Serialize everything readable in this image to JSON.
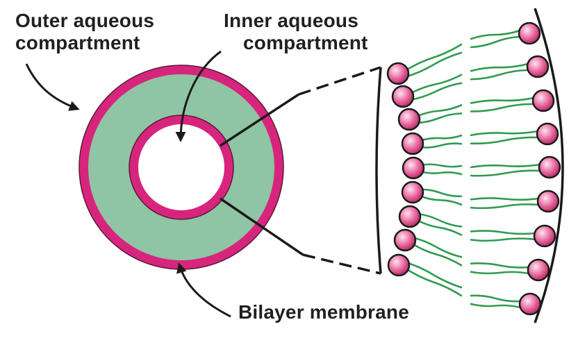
{
  "labels": {
    "outer_line1": "Outer aqueous",
    "outer_line2": "compartment",
    "inner_line1": "Inner aqueous",
    "inner_line2": "compartment",
    "bilayer": "Bilayer membrane"
  },
  "colors": {
    "membrane": "#d7257d",
    "membrane_edge": "#5a1a36",
    "interior": "#8fc4a4",
    "tail": "#2f9a4e",
    "head_light": "#ffe4ef",
    "head_mid": "#e86aa0",
    "head_dark": "#b0225f",
    "line": "#1a1a1a"
  },
  "icons": {
    "vesicle": "vesicle-cross-section-icon",
    "phospholipid": "phospholipid-molecule-icon"
  }
}
